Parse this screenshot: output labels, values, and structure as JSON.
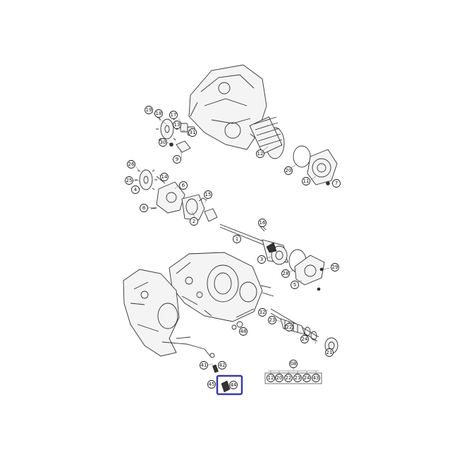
{
  "callouts": [
    {
      "id": "c19",
      "label": "19"
    },
    {
      "id": "c18",
      "label": "18"
    },
    {
      "id": "c17",
      "label": "17"
    },
    {
      "id": "c13",
      "label": "13"
    },
    {
      "id": "c31",
      "label": "31"
    },
    {
      "id": "c30",
      "label": "30"
    },
    {
      "id": "c9",
      "label": "9"
    },
    {
      "id": "c12a",
      "label": "12"
    },
    {
      "id": "c20a",
      "label": "20"
    },
    {
      "id": "c11",
      "label": "11"
    },
    {
      "id": "c7",
      "label": "7"
    },
    {
      "id": "c26",
      "label": "26"
    },
    {
      "id": "c25",
      "label": "25"
    },
    {
      "id": "c4",
      "label": "4"
    },
    {
      "id": "c14",
      "label": "14"
    },
    {
      "id": "c6",
      "label": "6"
    },
    {
      "id": "c15",
      "label": "15"
    },
    {
      "id": "c8",
      "label": "8"
    },
    {
      "id": "c2",
      "label": "2"
    },
    {
      "id": "c16",
      "label": "16"
    },
    {
      "id": "c1",
      "label": "1"
    },
    {
      "id": "c3",
      "label": "3"
    },
    {
      "id": "c28",
      "label": "28"
    },
    {
      "id": "c5",
      "label": "5"
    },
    {
      "id": "c29",
      "label": "29"
    },
    {
      "id": "c32",
      "label": "32"
    },
    {
      "id": "c23",
      "label": "23"
    },
    {
      "id": "c22a",
      "label": "22"
    },
    {
      "id": "c48",
      "label": "48"
    },
    {
      "id": "c24a",
      "label": "24"
    },
    {
      "id": "c21",
      "label": "21"
    },
    {
      "id": "c41",
      "label": "41"
    },
    {
      "id": "c42",
      "label": "42"
    },
    {
      "id": "c45",
      "label": "45"
    },
    {
      "id": "c44",
      "label": "44"
    },
    {
      "id": "c08",
      "label": "08"
    },
    {
      "id": "k12",
      "label": "12"
    },
    {
      "id": "k20",
      "label": "20"
    },
    {
      "id": "k22",
      "label": "22"
    },
    {
      "id": "k23",
      "label": "23"
    },
    {
      "id": "k24",
      "label": "24"
    },
    {
      "id": "k43",
      "label": "43"
    }
  ],
  "highlight": {
    "label": "44"
  }
}
